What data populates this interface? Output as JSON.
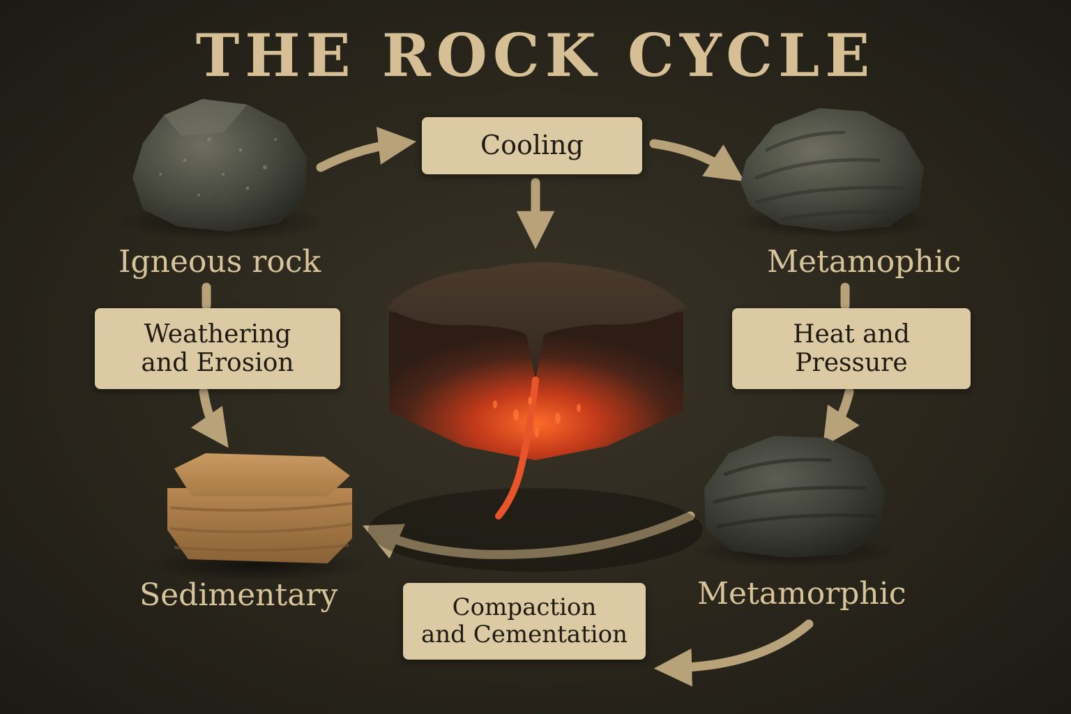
{
  "title": "THE ROCK CYCLE",
  "rocks": {
    "igneous": "Igneous rock",
    "metamorphic_top": "Metamophic",
    "sedimentary": "Sedimentary",
    "metamorphic_bottom": "Metamorphic"
  },
  "processes": {
    "cooling": "Cooling",
    "weathering": [
      "Weathering",
      "and Erosion"
    ],
    "heat_pressure": [
      "Heat and",
      "Pressure"
    ],
    "compaction": [
      "Compaction",
      "and Cementation"
    ]
  },
  "colors": {
    "label": "#d8c49b",
    "box": "#dccaa4",
    "arrow": "#b8a27a",
    "magma": "#e8552a"
  }
}
